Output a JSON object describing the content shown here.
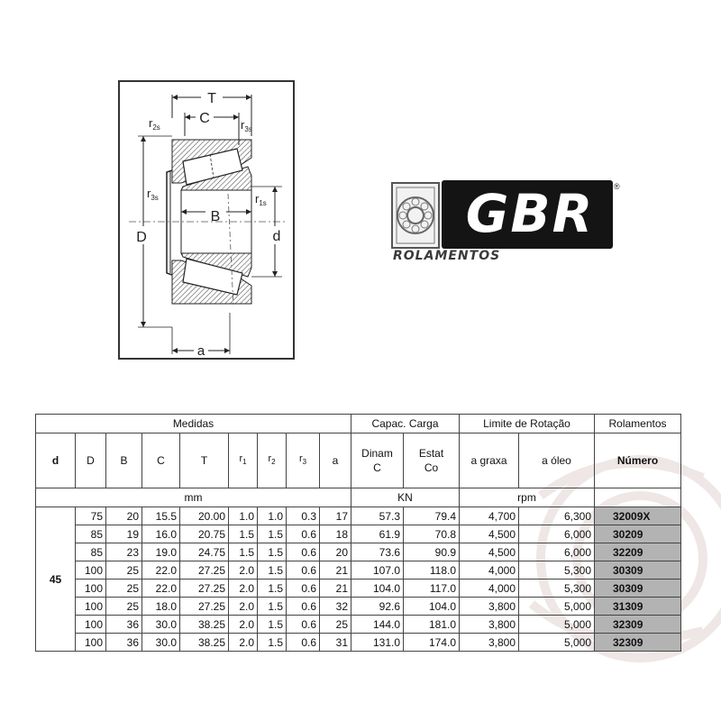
{
  "drawing": {
    "labels": {
      "T": "T",
      "C": "C",
      "r2s": "r",
      "r2s_sub": "2s",
      "r3s_top": "r",
      "r3s_top_sub": "3s",
      "r3s_left": "r",
      "r3s_left_sub": "3s",
      "r1s": "r",
      "r1s_sub": "1s",
      "B": "B",
      "D": "D",
      "d": "d",
      "a": "a"
    }
  },
  "logo": {
    "brand": "GBR",
    "registered": "®",
    "subtitle": "ROLAMENTOS"
  },
  "table": {
    "groups": {
      "medidas": "Medidas",
      "capac": "Capac. Carga",
      "limite": "Limite de Rotação",
      "rolamentos": "Rolamentos"
    },
    "columns": {
      "d": "d",
      "D": "D",
      "B": "B",
      "C": "C",
      "T": "T",
      "r1": "r",
      "r1_sub": "1",
      "r2": "r",
      "r2_sub": "2",
      "r3": "r",
      "r3_sub": "3",
      "a": "a",
      "dinam_1": "Dinam",
      "dinam_2": "C",
      "estat_1": "Estat",
      "estat_2": "Co",
      "graxa": "a graxa",
      "oleo": "a óleo",
      "numero": "Número"
    },
    "units": {
      "mm": "mm",
      "kn": "KN",
      "rpm": "rpm"
    },
    "d_value": "45",
    "rows": [
      {
        "D": "75",
        "B": "20",
        "C": "15.5",
        "T": "20.00",
        "r1": "1.0",
        "r2": "1.0",
        "r3": "0.3",
        "a": "17",
        "dinam": "57.3",
        "estat": "79.4",
        "graxa": "4,700",
        "oleo": "6,300",
        "numero": "32009X"
      },
      {
        "D": "85",
        "B": "19",
        "C": "16.0",
        "T": "20.75",
        "r1": "1.5",
        "r2": "1.5",
        "r3": "0.6",
        "a": "18",
        "dinam": "61.9",
        "estat": "70.8",
        "graxa": "4,500",
        "oleo": "6,000",
        "numero": "30209"
      },
      {
        "D": "85",
        "B": "23",
        "C": "19.0",
        "T": "24.75",
        "r1": "1.5",
        "r2": "1.5",
        "r3": "0.6",
        "a": "20",
        "dinam": "73.6",
        "estat": "90.9",
        "graxa": "4,500",
        "oleo": "6,000",
        "numero": "32209"
      },
      {
        "D": "100",
        "B": "25",
        "C": "22.0",
        "T": "27.25",
        "r1": "2.0",
        "r2": "1.5",
        "r3": "0.6",
        "a": "21",
        "dinam": "107.0",
        "estat": "118.0",
        "graxa": "4,000",
        "oleo": "5,300",
        "numero": "30309"
      },
      {
        "D": "100",
        "B": "25",
        "C": "22.0",
        "T": "27.25",
        "r1": "2.0",
        "r2": "1.5",
        "r3": "0.6",
        "a": "21",
        "dinam": "104.0",
        "estat": "117.0",
        "graxa": "4,000",
        "oleo": "5,300",
        "numero": "30309"
      },
      {
        "D": "100",
        "B": "25",
        "C": "18.0",
        "T": "27.25",
        "r1": "2.0",
        "r2": "1.5",
        "r3": "0.6",
        "a": "32",
        "dinam": "92.6",
        "estat": "104.0",
        "graxa": "3,800",
        "oleo": "5,000",
        "numero": "31309"
      },
      {
        "D": "100",
        "B": "36",
        "C": "30.0",
        "T": "38.25",
        "r1": "2.0",
        "r2": "1.5",
        "r3": "0.6",
        "a": "25",
        "dinam": "144.0",
        "estat": "181.0",
        "graxa": "3,800",
        "oleo": "5,000",
        "numero": "32309"
      },
      {
        "D": "100",
        "B": "36",
        "C": "30.0",
        "T": "38.25",
        "r1": "2.0",
        "r2": "1.5",
        "r3": "0.6",
        "a": "31",
        "dinam": "131.0",
        "estat": "174.0",
        "graxa": "3,800",
        "oleo": "5,000",
        "numero": "32309"
      }
    ]
  }
}
